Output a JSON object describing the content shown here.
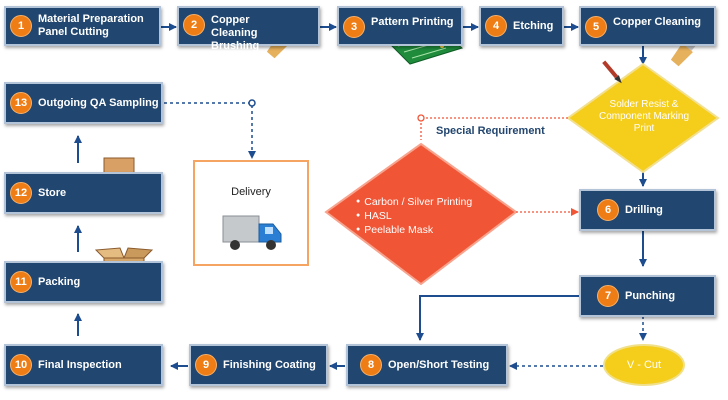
{
  "steps": [
    {
      "num": "1",
      "label": "Material Preparation Panel Cutting"
    },
    {
      "num": "2",
      "label": "Copper Cleaning Brushing"
    },
    {
      "num": "3",
      "label": "Pattern Printing"
    },
    {
      "num": "4",
      "label": "Etching"
    },
    {
      "num": "5",
      "label": "Copper Cleaning"
    },
    {
      "num": "6",
      "label": "Drilling"
    },
    {
      "num": "7",
      "label": "Punching"
    },
    {
      "num": "8",
      "label": "Open/Short Testing"
    },
    {
      "num": "9",
      "label": "Finishing Coating"
    },
    {
      "num": "10",
      "label": "Final Inspection"
    },
    {
      "num": "11",
      "label": "Packing"
    },
    {
      "num": "12",
      "label": "Store"
    },
    {
      "num": "13",
      "label": "Outgoing QA Sampling"
    }
  ],
  "solder_resist": "Solder Resist & Component Marking Print",
  "special_requirement": {
    "title": "Special Requirement",
    "items": [
      "Carbon / Silver Printing",
      "HASL",
      "Peelable Mask"
    ]
  },
  "delivery": "Delivery",
  "vcut": "V - Cut",
  "colors": {
    "step_fill": "#21466f",
    "step_border": "#b3c4d8",
    "number_badge": "#ef7d16",
    "decision_yellow": "#f5cd1b",
    "special_red": "#f05536",
    "arrow": "#1d4d8f",
    "delivery_border": "#f5a561"
  },
  "icons": [
    "paint-brush-icon",
    "circuit-board-icon",
    "boxes-icon",
    "open-box-icon",
    "delivery-truck-icon"
  ]
}
